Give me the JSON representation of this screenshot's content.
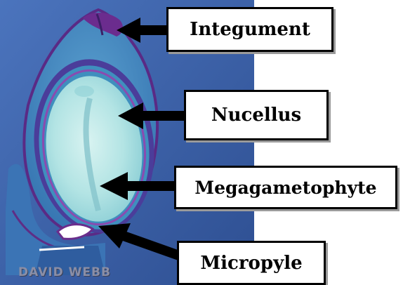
{
  "labels": {
    "integument": "Integument",
    "nucellus": "Nucellus",
    "megagametophyte": "Megagametophyte",
    "micropyle": "Micropyle"
  },
  "credit": "DAVID WEBB",
  "colors": {
    "background_blue": "#3a5fa8",
    "tissue_blue": "#3d7fbf",
    "tissue_purple": "#6a2d8c",
    "nucellus_cyan": "#a9e1e3",
    "arrow": "#000000"
  }
}
